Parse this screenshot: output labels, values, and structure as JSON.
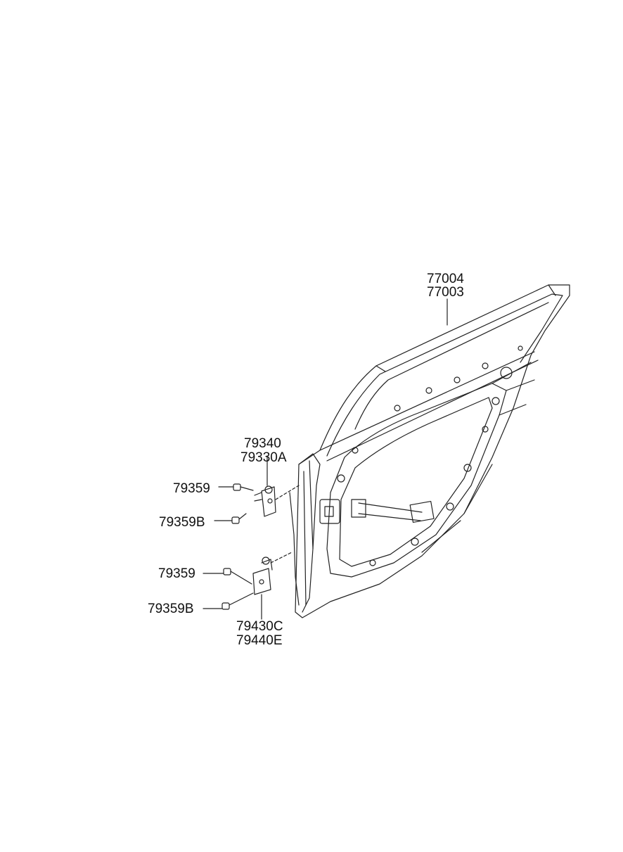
{
  "labels": {
    "door_panel_a": "77004",
    "door_panel_b": "77003",
    "upper_hinge_a": "79340",
    "upper_hinge_b": "79330A",
    "upper_bolt": "79359",
    "upper_bolt_b": "79359B",
    "lower_bolt": "79359",
    "lower_bolt_b": "79359B",
    "lower_hinge_a": "79430C",
    "lower_hinge_b": "79440E"
  }
}
